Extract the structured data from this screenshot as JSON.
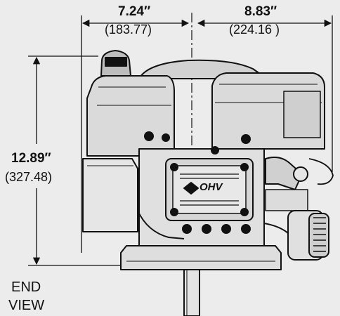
{
  "dimensions": {
    "left_width": {
      "inches": "7.24″",
      "mm": "(183.77)"
    },
    "right_width": {
      "inches": "8.83″",
      "mm": "(224.16 )"
    },
    "height": {
      "inches": "12.89″",
      "mm": "(327.48)"
    }
  },
  "view_label": {
    "line1": "END",
    "line2": "VIEW"
  },
  "engine": {
    "badge_text": "OHV"
  },
  "colors": {
    "ink": "#111111",
    "paper": "#ececec",
    "shade": "#cfcfcf"
  }
}
